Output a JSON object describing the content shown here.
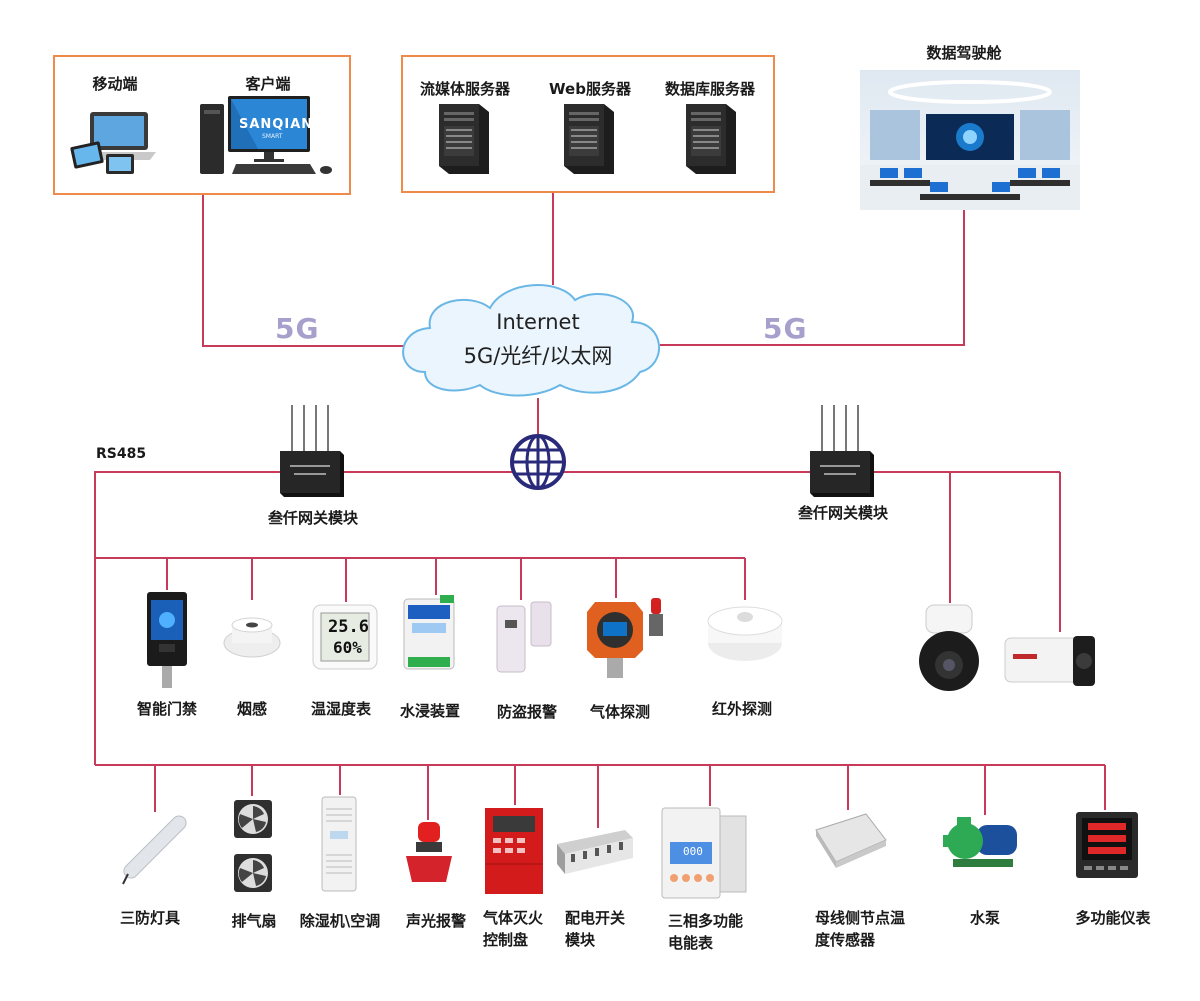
{
  "client_box": {
    "mobile_label": "移动端",
    "client_label": "客户端",
    "monitor_brand": "SANQIAN",
    "monitor_sub": "SMART"
  },
  "server_box": {
    "streaming_label": "流媒体服务器",
    "web_label": "Web服务器",
    "db_label": "数据库服务器"
  },
  "cockpit_label": "数据驾驶舱",
  "cloud": {
    "line1": "Internet",
    "line2": "5G/光纤/以太网"
  },
  "link_left": "5G",
  "link_right": "5G",
  "bus_label": "RS485",
  "gateway_left_label": "叁仟网关模块",
  "gateway_right_label": "叁仟网关模块",
  "sensors": [
    {
      "label": "智能门禁",
      "icon": "access-control-icon"
    },
    {
      "label": "烟感",
      "icon": "smoke-detector-icon"
    },
    {
      "label": "温湿度表",
      "icon": "thermo-hygrometer-icon"
    },
    {
      "label": "水浸装置",
      "icon": "water-leak-sensor-icon"
    },
    {
      "label": "防盗报警",
      "icon": "burglar-alarm-icon"
    },
    {
      "label": "气体探测",
      "icon": "gas-detector-icon"
    },
    {
      "label": "红外探测",
      "icon": "infrared-detector-icon"
    }
  ],
  "thermo_display": {
    "temp": "25.6",
    "humidity": "60%"
  },
  "actuators": [
    {
      "label": "三防灯具",
      "icon": "tri-proof-lamp-icon"
    },
    {
      "label": "排气扇",
      "icon": "exhaust-fan-icon"
    },
    {
      "label": "除湿机\\空调",
      "icon": "dehumidifier-ac-icon"
    },
    {
      "label": "声光报警",
      "icon": "sound-light-alarm-icon"
    },
    {
      "label": "气体灭火控制盘",
      "icon": "gas-extinguishing-panel-icon"
    },
    {
      "label": "配电开关模块",
      "icon": "distribution-switch-icon"
    },
    {
      "label": "三相多功能电能表",
      "icon": "three-phase-meter-icon"
    },
    {
      "label": "母线侧节点温度传感器",
      "icon": "busbar-temp-sensor-icon"
    },
    {
      "label": "水泵",
      "icon": "water-pump-icon"
    },
    {
      "label": "多功能仪表",
      "icon": "multifunction-meter-icon"
    }
  ],
  "meter_reading": "000",
  "colors": {
    "wire": "#c83a5a",
    "box_border": "#f08a4b",
    "link_text": "#a7a0cc",
    "globe": "#2a2a7a"
  }
}
